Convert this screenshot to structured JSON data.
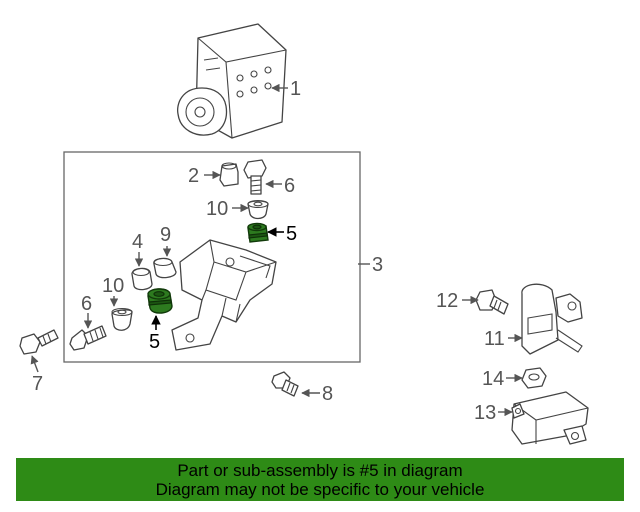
{
  "callouts": {
    "c1": "1",
    "c2": "2",
    "c3": "3",
    "c4": "4",
    "c5a": "5",
    "c5b": "5",
    "c6a": "6",
    "c6b": "6",
    "c7": "7",
    "c8": "8",
    "c9": "9",
    "c10a": "10",
    "c10b": "10",
    "c11": "11",
    "c12": "12",
    "c13": "13",
    "c14": "14"
  },
  "banner": {
    "line1": "Part or sub-assembly is #5 in diagram",
    "line2": "Diagram may not be specific to your vehicle"
  },
  "colors": {
    "highlight_part": "#2d7a1f",
    "banner_bg": "#2e8b16"
  }
}
